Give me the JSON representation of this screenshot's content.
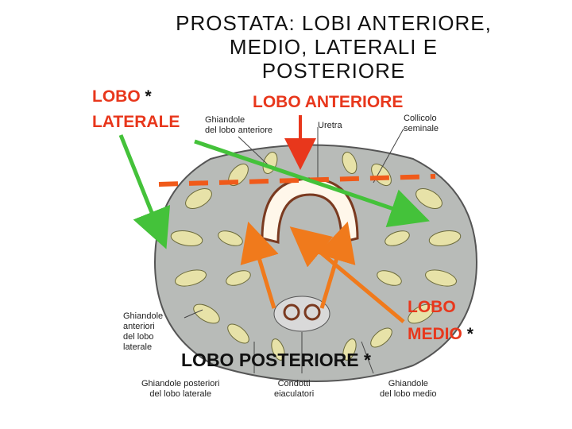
{
  "title": "PROSTATA: LOBI ANTERIORE,\nMEDIO, LATERALI E\nPOSTERIORE",
  "labels": {
    "lobo_laterale_1": "LOBO",
    "lobo_laterale_2": "LATERALE",
    "lobo_anteriore": "LOBO ANTERIORE",
    "lobo_medio_1": "LOBO",
    "lobo_medio_2": "MEDIO",
    "lobo_posteriore": "LOBO POSTERIORE",
    "asterisk": "*"
  },
  "figure_text": {
    "ghiandole_lobo_anteriore": "Ghiandole\ndel lobo anteriore",
    "uretra": "Uretra",
    "collicolo_seminale": "Collicolo\nseminale",
    "ghiandole_anteriori_lobo_laterale": "Ghiandole\nanteriori\ndel lobo\nlaterale",
    "ghiandole_posteriori_lobo_laterale": "Ghiandole posteriori\ndel lobo laterale",
    "condotti_eiaculatori": "Condotti\neiaculatori",
    "ghiandole_lobo_medio": "Ghiandole\ndel lobo medio"
  },
  "colors": {
    "red_label": "#e8371c",
    "green_arrow": "#44c23a",
    "orange_arrow": "#f07a1c",
    "dashed_line": "#f05a1a",
    "gland_fill": "#e7e2a8",
    "stroma": "#b8bbb8"
  }
}
